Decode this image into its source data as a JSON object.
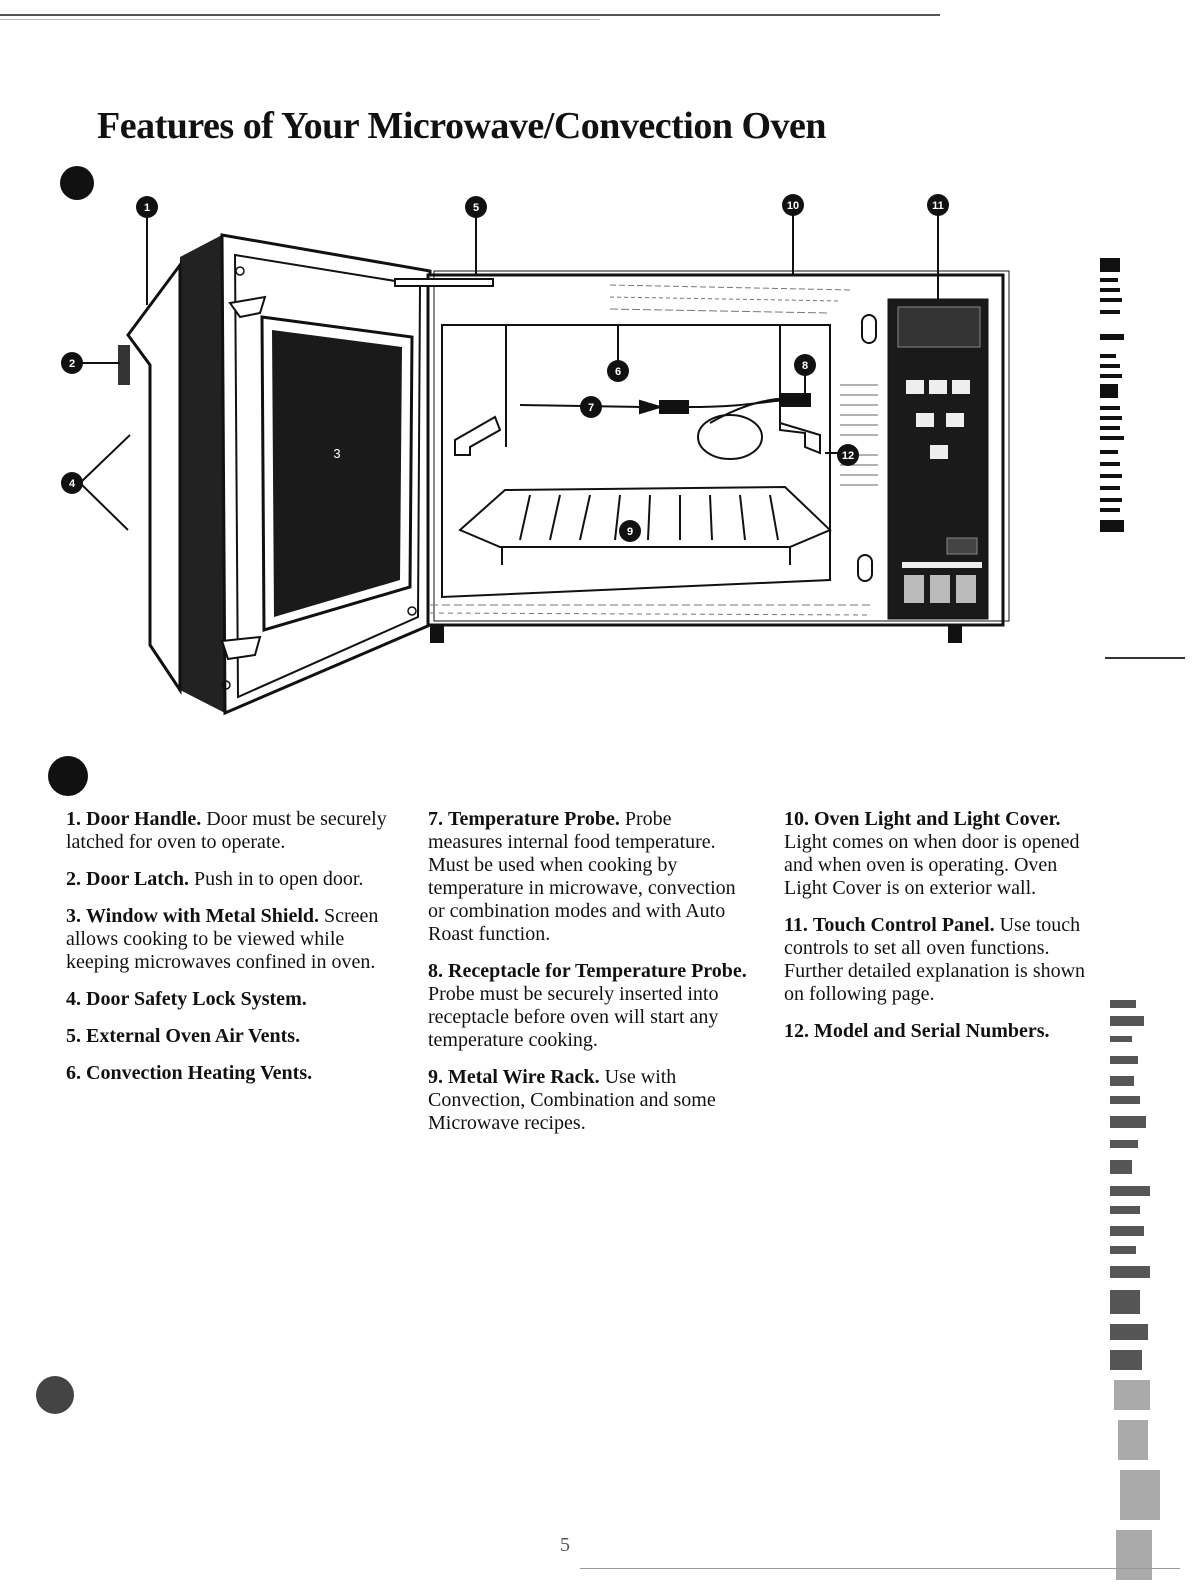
{
  "page": {
    "title": "Features of Your Microwave/Convection Oven",
    "page_number": "5"
  },
  "diagram": {
    "door_window_label": "3",
    "callouts": [
      "1",
      "2",
      "4",
      "5",
      "6",
      "7",
      "8",
      "9",
      "10",
      "11",
      "12"
    ]
  },
  "features": [
    {
      "num": "1.",
      "title": "Door Handle.",
      "text": "Door must be securely latched for oven to operate."
    },
    {
      "num": "2.",
      "title": "Door Latch.",
      "text": "Push in to open door."
    },
    {
      "num": "3.",
      "title": "Window with Metal Shield.",
      "text": "Screen allows cooking to be viewed while keeping microwaves confined in oven."
    },
    {
      "num": "4.",
      "title": "Door Safety Lock System.",
      "text": ""
    },
    {
      "num": "5.",
      "title": "External Oven Air Vents.",
      "text": ""
    },
    {
      "num": "6.",
      "title": "Convection Heating Vents.",
      "text": ""
    },
    {
      "num": "7.",
      "title": "Temperature Probe.",
      "text": "Probe measures internal food temperature. Must be used when cooking by temperature in microwave, convection or combination modes and with Auto Roast function."
    },
    {
      "num": "8.",
      "title": "Receptacle for Temperature Probe.",
      "text": "Probe must be securely inserted into receptacle before oven will start any temperature cooking."
    },
    {
      "num": "9.",
      "title": "Metal Wire Rack.",
      "text": "Use with Convection, Combination and some Microwave recipes."
    },
    {
      "num": "10.",
      "title": "Oven Light and Light Cover.",
      "text": "Light comes on when door is opened and when oven is operating. Oven Light Cover is on exterior wall."
    },
    {
      "num": "11.",
      "title": "Touch Control Panel.",
      "text": "Use touch controls to set all oven functions. Further detailed explanation is shown on following page."
    },
    {
      "num": "12.",
      "title": "Model and Serial Numbers.",
      "text": ""
    }
  ]
}
